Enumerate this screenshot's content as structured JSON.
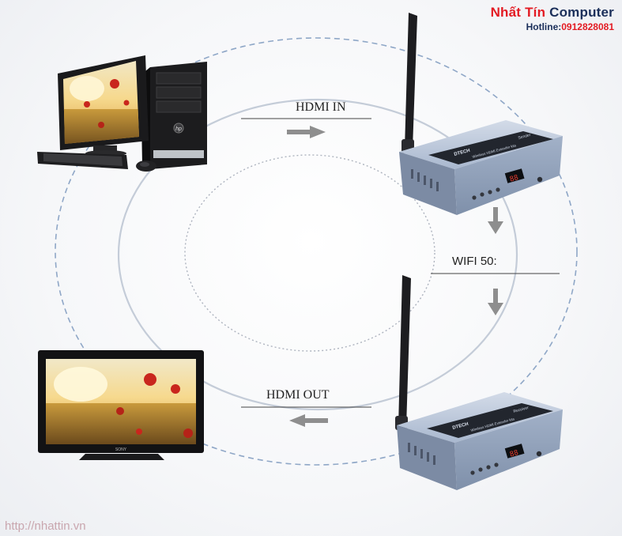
{
  "brand": {
    "name_part1": "Nhất Tín",
    "name_part2": "Computer",
    "hotline_label": "Hotline:",
    "hotline_number": "0912828081"
  },
  "labels": {
    "hdmi_in": "HDMI IN",
    "wifi": "WIFI 50:",
    "hdmi_out": "HDMI OUT"
  },
  "devices": {
    "tv_brand": "SONY",
    "tower_brand": "hp",
    "box_brand": "DTECH",
    "sender_label": "Sender",
    "receiver_label": "Receiver",
    "box_model": "Wireless HDMI Extender kits",
    "display_value": "88"
  },
  "footer": {
    "url": "http://nhattin.vn"
  },
  "colors": {
    "brand_navy": "#1b2f5a",
    "brand_red": "#e31b23",
    "arrow_gray": "#8e8e8e",
    "device_blue": "#9fb0c9",
    "link_circle": "#8fa7c7"
  },
  "icons": [
    "pc-monitor-icon",
    "pc-tower-icon",
    "keyboard-icon",
    "mouse-icon",
    "tv-icon",
    "transmitter-icon",
    "receiver-icon",
    "antenna-icon",
    "arrow-right-icon",
    "arrow-down-icon",
    "arrow-left-icon"
  ]
}
